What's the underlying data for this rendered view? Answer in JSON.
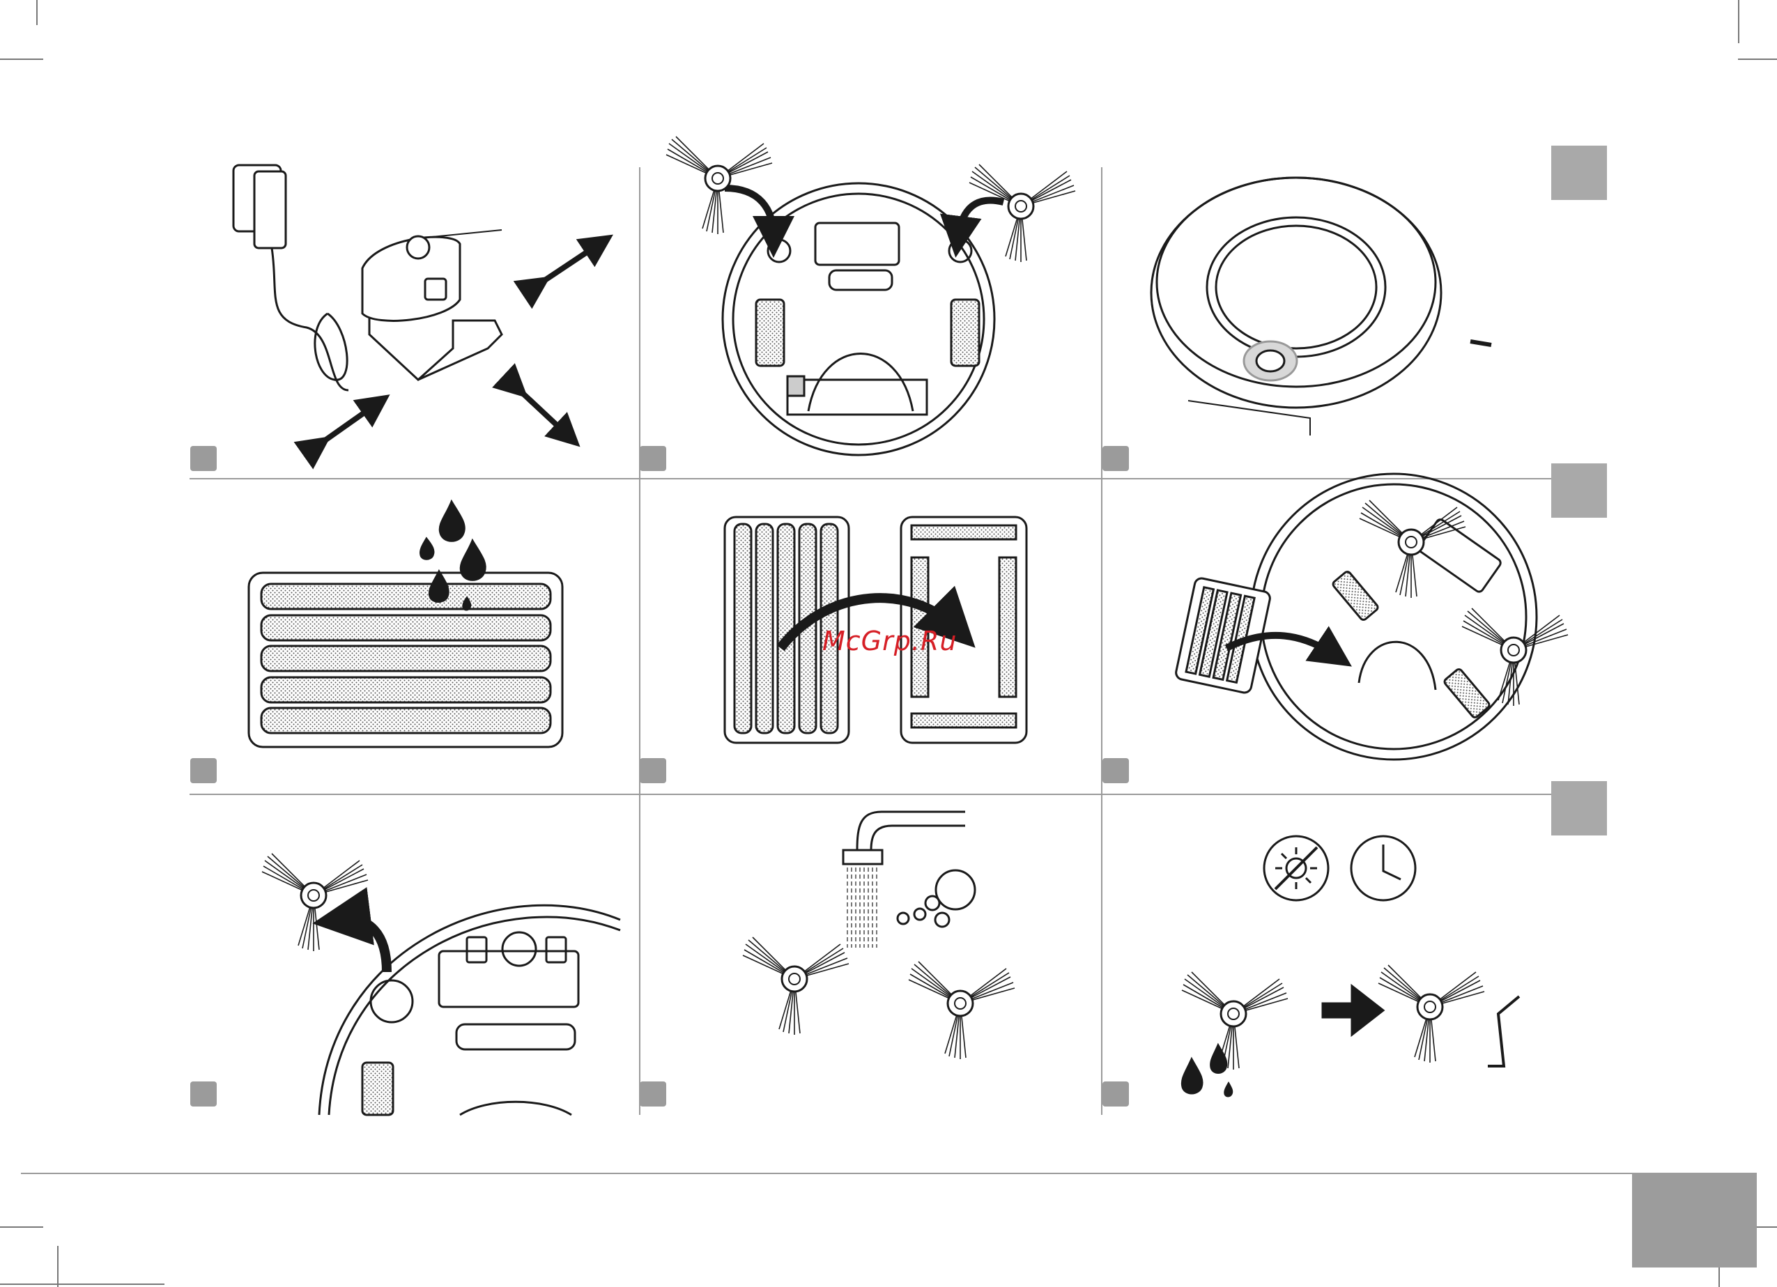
{
  "watermark": {
    "text": "McGrp.Ru",
    "color": "#d61f26"
  },
  "colors": {
    "step_marker": "#9b9b9b",
    "side_tab": "#a9a9a9",
    "line": "#1a1a1a",
    "divider": "#9a9a9a"
  },
  "panels": [
    {
      "id": "dock-placement",
      "icon": "charging-dock-icon"
    },
    {
      "id": "install-side-brushes",
      "icon": "side-brush-install-icon"
    },
    {
      "id": "power-button",
      "icon": "robot-top-view-icon"
    },
    {
      "id": "wash-filter",
      "icon": "filter-water-drops-icon"
    },
    {
      "id": "filter-insert",
      "icon": "filter-swap-icon"
    },
    {
      "id": "insert-filter-robot",
      "icon": "robot-filter-insert-icon"
    },
    {
      "id": "remove-side-brush",
      "icon": "side-brush-remove-icon"
    },
    {
      "id": "rinse-side-brushes",
      "icon": "faucet-rinse-icon"
    },
    {
      "id": "dry-side-brushes",
      "icon": "no-sun-clock-dry-icon"
    }
  ]
}
